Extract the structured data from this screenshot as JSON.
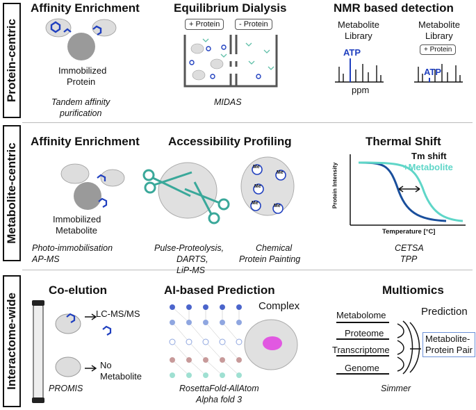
{
  "rows": [
    {
      "label": "Protein-centric"
    },
    {
      "label": "Metabolite-centric"
    },
    {
      "label": "Interactome-wide"
    }
  ],
  "protein_centric": {
    "affinity": {
      "title": "Affinity Enrichment",
      "label1": "Immobilized",
      "label2": "Protein",
      "method1": "Tandem affinity",
      "method2": "purification"
    },
    "dialysis": {
      "title": "Equilibrium Dialysis",
      "plus_protein": "+ Protein",
      "minus_protein": "- Protein",
      "method": "MIDAS"
    },
    "nmr": {
      "title": "NMR based detection",
      "lib1a": "Metabolite",
      "lib1b": "Library",
      "lib2a": "Metabolite",
      "lib2b": "Library",
      "plus_protein": "+ Protein",
      "atp": "ATP",
      "ppm": "ppm"
    }
  },
  "metabolite_centric": {
    "affinity": {
      "title": "Affinity Enrichment",
      "label1": "Immobilized",
      "label2": "Metabolite",
      "method1": "Photo-immobilisation",
      "method2": "AP-MS"
    },
    "accessibility": {
      "title": "Accessibility Profiling",
      "m1a": "Pulse-Proteolysis,",
      "m1b": "DARTS,",
      "m1c": "LiP-MS",
      "m2a": "Chemical",
      "m2b": "Protein Painting",
      "me": "Me"
    },
    "thermal": {
      "title": "Thermal Shift",
      "tm": "Tm shift",
      "plus_met": "+Metabolite",
      "ylabel": "Protein Intensity",
      "xlabel": "Temperature [°C]",
      "method1": "CETSA",
      "method2": "TPP"
    }
  },
  "interactome": {
    "coelution": {
      "title": "Co-elution",
      "lcms": "LC-MS/MS",
      "no1": "No",
      "no2": "Metabolite",
      "method": "PROMIS"
    },
    "ai": {
      "title": "AI-based Prediction",
      "complex": "Complex",
      "method1": "RosettaFold-AllAtom",
      "method2": "Alpha fold 3"
    },
    "multiomics": {
      "title": "Multiomics",
      "prediction": "Prediction",
      "layers": [
        "Metabolome",
        "Proteome",
        "Transcriptome",
        "Genome"
      ],
      "pair1": "Metabolite-",
      "pair2": "Protein Pair",
      "method": "Simmer"
    }
  },
  "colors": {
    "blue": "#1f3fbf",
    "teal": "#5fd6c8",
    "dark_blue": "#1a4f9c",
    "magenta": "#e040e0",
    "gray_sphere": "#999999"
  }
}
